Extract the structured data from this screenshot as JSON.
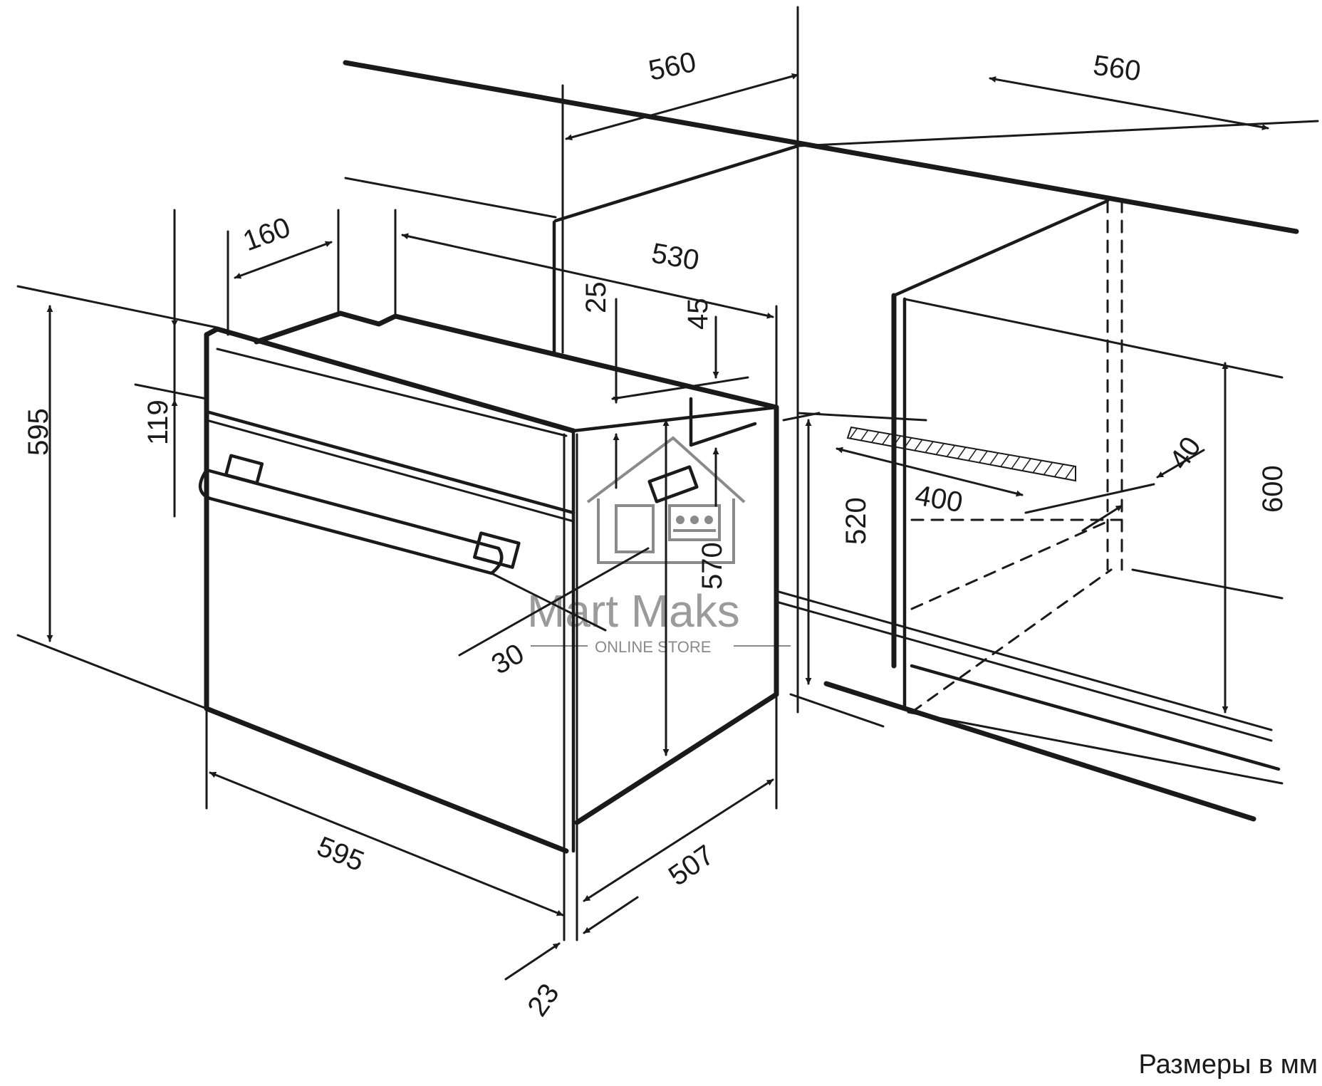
{
  "dimensions": {
    "top_left_width": "560",
    "top_right_width": "560",
    "cable_offset": "160",
    "depth_top": "530",
    "height_left": "595",
    "panel_height": "119",
    "vent_25": "25",
    "vent_45": "45",
    "niche_height": "520",
    "inner_height": "570",
    "width_bottom": "595",
    "depth_bottom": "507",
    "front_23": "23",
    "handle_30": "30",
    "vent_depth": "400",
    "vent_40": "40",
    "cabinet_height": "600"
  },
  "watermark": {
    "brand": "Mart Maks",
    "tagline": "ONLINE STORE"
  },
  "caption": "Размеры в мм"
}
